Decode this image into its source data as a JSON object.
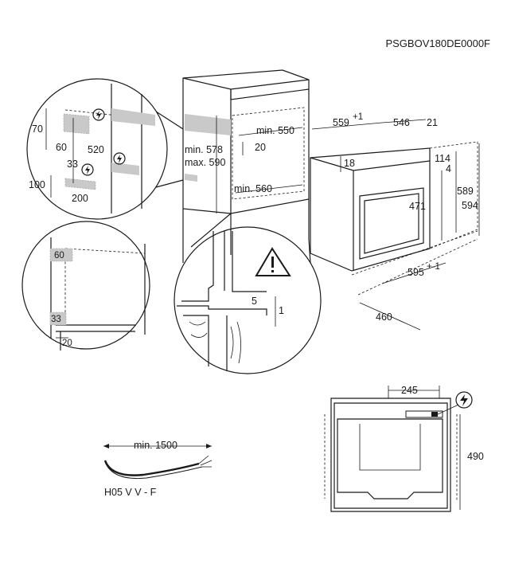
{
  "product_code": "PSGBOV180DE0000F",
  "cabinet": {
    "min_550": "min. 550",
    "w_20": "20",
    "min_578": "min. 578",
    "max_590": "max. 590",
    "min_560": "min. 560"
  },
  "detail_top_left": {
    "d70": "70",
    "d60": "60",
    "d520": "520",
    "d33": "33",
    "d100": "100",
    "d200": "200"
  },
  "detail_mid_left": {
    "d60": "60",
    "d33": "33",
    "d20": "20"
  },
  "detail_mounting": {
    "d5": "5",
    "d1": "1"
  },
  "oven": {
    "w559": "559",
    "w559_tol": "+1",
    "w546": "546",
    "d21": "21",
    "d18": "18",
    "d114": "114",
    "d4": "4",
    "h589": "589",
    "h594": "594",
    "h471": "471",
    "w595": "595",
    "w595_tol": "+-1",
    "d460": "460"
  },
  "cable": {
    "min_1500": "min. 1500",
    "type": "H05 V V - F"
  },
  "rear": {
    "w245": "245",
    "h490": "490"
  },
  "icons": [
    "warning-triangle-icon",
    "electrical-connection-icon"
  ]
}
